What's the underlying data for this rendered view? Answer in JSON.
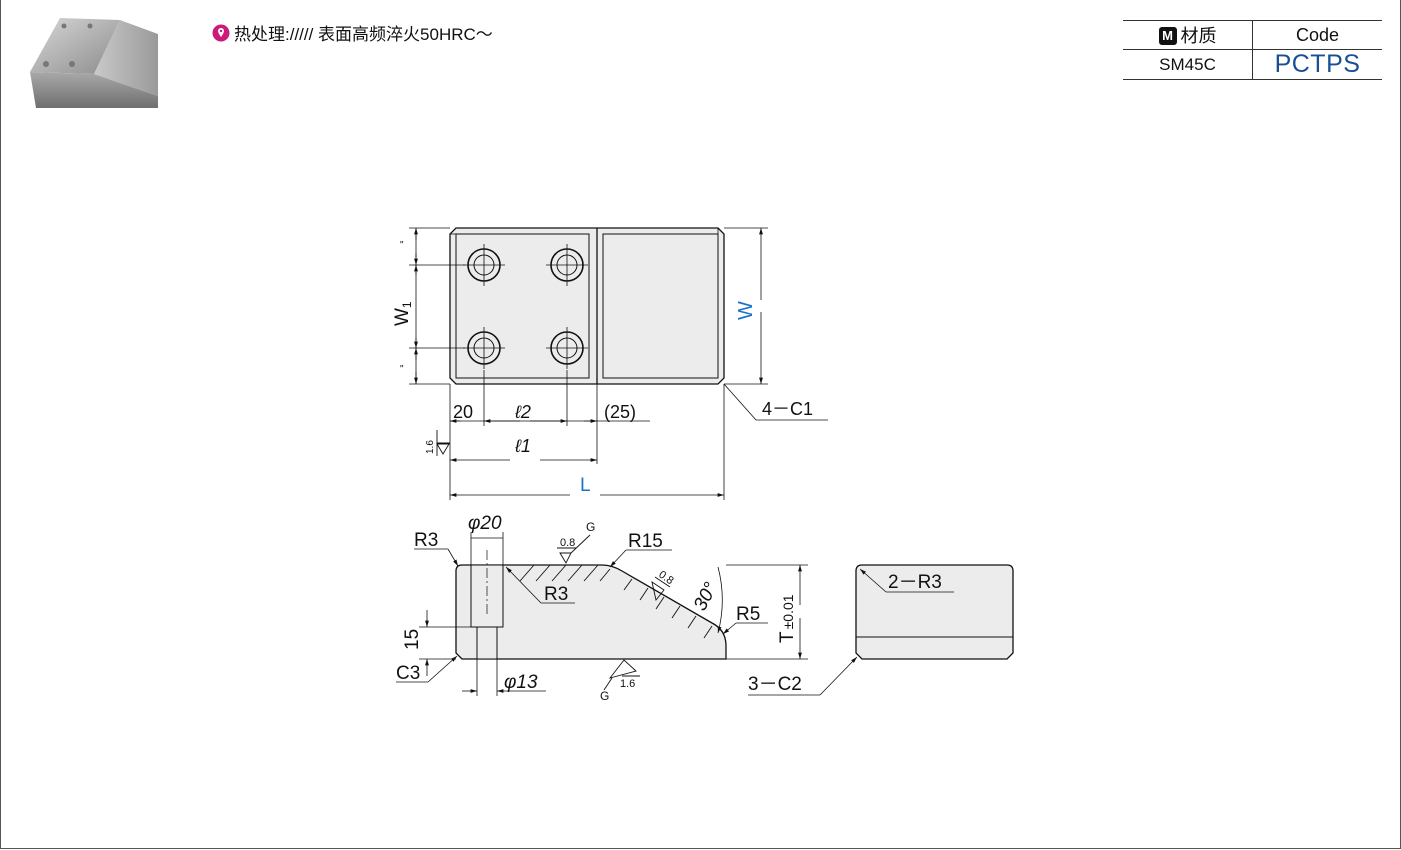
{
  "heat_treatment": "热处理:///// 表面高频淬火50HRC～",
  "material_table": {
    "material_header": "材质",
    "material_icon": "M",
    "code_header": "Code",
    "material_value": "SM45C",
    "code_value": "PCTPS"
  },
  "dimensions": {
    "w": "W",
    "w1": "W1",
    "l": "L",
    "l1": "ℓ1",
    "l2": "ℓ2",
    "d20": "20",
    "d25": "(25)",
    "c1": "4－C1",
    "rough_top_plan": "1.6",
    "phi20": "φ20",
    "phi13": "φ13",
    "r3_left": "R3",
    "r3_inner": "R3",
    "r15": "R15",
    "r5": "R5",
    "angle": "30°",
    "t": "T",
    "t_tol": "±0.01",
    "d15": "15",
    "c3": "C3",
    "rough_top": "0.8",
    "rough_top_g": "G",
    "rough_slope": "0.8",
    "rough_bottom": "1.6",
    "rough_bottom_g": "G",
    "r3_side": "2－R3",
    "c2_side": "3－C2"
  },
  "colors": {
    "accent_blue": "#1a73c8",
    "code_blue": "#1a4f96",
    "pin_magenta": "#cc1a7a",
    "part_fill": "#ececec"
  }
}
